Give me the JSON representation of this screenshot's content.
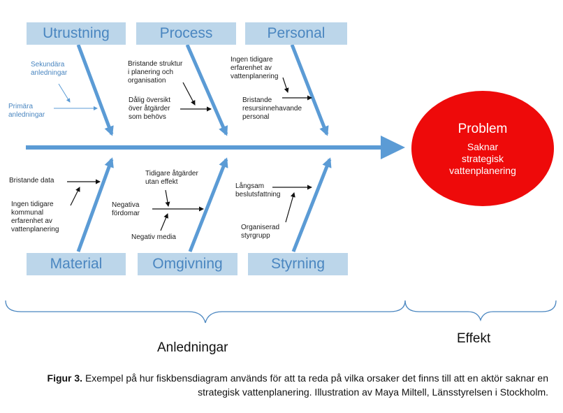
{
  "categories": {
    "top": [
      "Utrustning",
      "Process",
      "Personal"
    ],
    "bottom": [
      "Material",
      "Omgivning",
      "Styrning"
    ]
  },
  "notes": {
    "sekundara": "Sekundära\nanledningar",
    "primara": "Primära\nanledningar",
    "process_1": "Bristande struktur\ni planering och\norganisation",
    "process_2": "Dålig översikt\növer åtgärder\nsom behövs",
    "personal_1": "Ingen tidigare\nerfarenhet av\nvattenplanering",
    "personal_2": "Bristande\nresursinnehavande\npersonal",
    "material_1": "Bristande data",
    "material_2": "Ingen tidigare\nkommunal\nerfarenhet av\nvattenplanering",
    "omgivning_1": "Tidigare åtgärder\nutan effekt",
    "omgivning_2": "Negativa\nfördomar",
    "omgivning_3": "Negativ media",
    "styrning_1": "Långsam\nbeslutsfattning",
    "styrning_2": "Organiserad\nstyrgrupp"
  },
  "problem": {
    "title": "Problem",
    "text": "Saknar\nstrategisk\nvattenplanering"
  },
  "braces": {
    "left": "Anledningar",
    "right": "Effekt"
  },
  "caption": {
    "label": "Figur 3.",
    "text": " Exempel på hur fiskbensdiagram används för att ta reda på vilka orsaker det finns till att en aktör saknar en strategisk vattenplanering. Illustration av Maya Miltell, Länsstyrelsen i Stockholm."
  },
  "colors": {
    "arrow": "#5b9bd5",
    "box": "#bcd6ea",
    "box_text": "#4a86c0",
    "problem": "#ee0a0a"
  }
}
